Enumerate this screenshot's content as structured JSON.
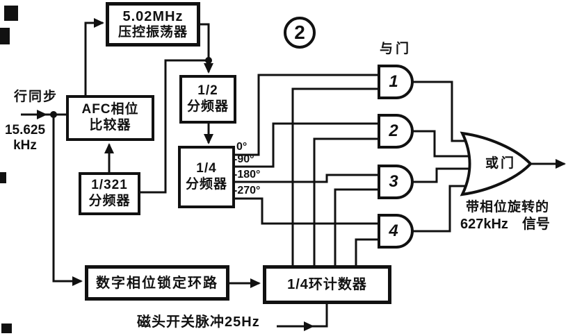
{
  "figure": {
    "number": "2",
    "and_gates_label": "与门",
    "or_gate_label": "或门"
  },
  "blocks": {
    "vco": {
      "line1": "5.02MHz",
      "line2": "压控振荡器"
    },
    "afc": {
      "line1": "AFC相位",
      "line2": "比较器"
    },
    "div321": {
      "line1": "1/321",
      "line2": "分频器"
    },
    "div2": {
      "line1": "1/2",
      "line2": "分频器"
    },
    "div4": {
      "line1": "1/4",
      "line2": "分频器"
    },
    "dpll": {
      "label": "数字相位锁定环路"
    },
    "ring_counter": {
      "label": "1/4环计数器"
    }
  },
  "inputs": {
    "h_sync": "行同步",
    "h_sync_freq_line1": "15.625",
    "h_sync_freq_line2": "kHz",
    "head_switch": "磁头开关脉冲25Hz"
  },
  "phases": [
    "0°",
    "-90°",
    "-180°",
    "-270°"
  ],
  "and_gate_numbers": [
    "1",
    "2",
    "3",
    "4"
  ],
  "output": {
    "line1": "带相位旋转的",
    "freq": "627kHz",
    "word": "信号"
  },
  "colors": {
    "ink": "#111111",
    "paper": "#ffffff"
  }
}
